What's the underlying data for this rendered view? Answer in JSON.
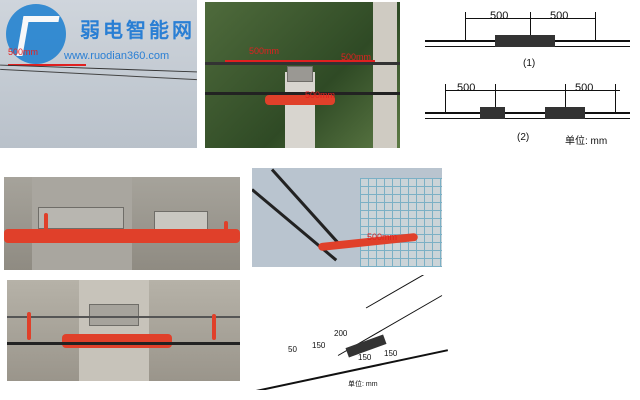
{
  "watermark": {
    "title": "弱电智能网",
    "url": "www.ruodian360.com"
  },
  "photo_sky": {
    "dim_label": "500mm"
  },
  "photo_pole": {
    "left_label": "500mm",
    "right_label": "500mm",
    "center_label": "500mm"
  },
  "drawing_12": {
    "top_dims": [
      "500",
      "500"
    ],
    "top_caption": "(1)",
    "bottom_dims": [
      "500",
      "500"
    ],
    "bottom_caption": "(2)",
    "unit_label": "单位: mm"
  },
  "photo_tower": {
    "label": "500mm"
  },
  "drawing_roof": {
    "dims": [
      "50",
      "150",
      "200",
      "150",
      "150"
    ],
    "unit_label": "单位: mm"
  },
  "colors": {
    "sleeve_red": "#e0402a",
    "label_red": "#e02020",
    "watermark_blue": "#2a7fd4"
  }
}
